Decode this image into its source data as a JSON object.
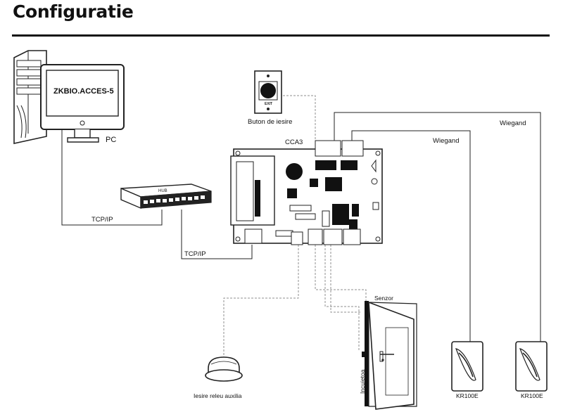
{
  "page": {
    "title": "Configuratie"
  },
  "labels": {
    "monitor_software": "ZKBIO.ACCES-5",
    "pc": "PC",
    "hub": "HUB",
    "tcpip_1": "TCP/IP",
    "tcpip_2": "TCP/IP",
    "exit_button": "Buton de iesire",
    "exit_plate_text": "EXIT",
    "controller": "CCA3",
    "wiegand_1": "Wiegand",
    "wiegand_2": "Wiegand",
    "sensor": "Senzor",
    "lock": "Incuietoa",
    "aux_output": "Iesire releu auxilia",
    "reader_1": "KR100E",
    "reader_2": "KR100E"
  },
  "colors": {
    "line": "#222222",
    "dashed_line": "#9a9a9a",
    "device_fill": "#ffffff",
    "accent_dark": "#111111"
  },
  "icons": {
    "pc": "desktop-computer-icon",
    "hub": "network-hub-icon",
    "exit_button": "exit-button-icon",
    "controller": "access-control-panel-icon",
    "door": "door-icon",
    "siren": "siren-icon",
    "reader": "card-reader-icon"
  }
}
